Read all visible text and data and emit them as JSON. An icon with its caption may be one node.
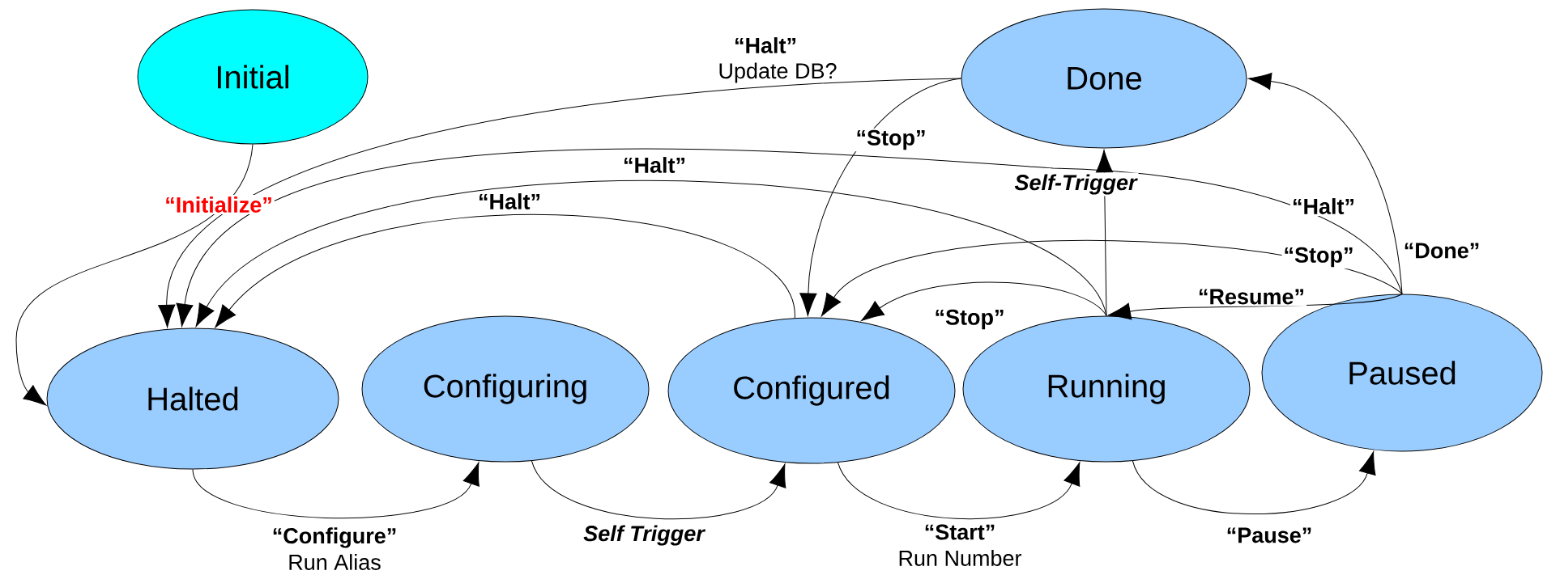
{
  "diagram": {
    "nodes": [
      {
        "text": [
          "Initial"
        ]
      },
      {
        "text": [
          "Done"
        ]
      },
      {
        "text": [
          "Halted"
        ]
      },
      {
        "text": [
          "Configuring"
        ]
      },
      {
        "text": [
          "Configured"
        ]
      },
      {
        "text": [
          "Running"
        ]
      },
      {
        "text": [
          "Paused"
        ]
      }
    ],
    "edges": [
      {
        "from": 0,
        "to": 2,
        "arrow": "to",
        "label": "“Initialize”"
      },
      {
        "from": 1,
        "to": 2,
        "arrow": "to",
        "label": "“Halt”"
      },
      {
        "from": 6,
        "to": 2,
        "arrow": "to",
        "label": "“Halt”"
      },
      {
        "from": 5,
        "to": 2,
        "arrow": "to",
        "label": "“Halt”"
      },
      {
        "from": 4,
        "to": 2,
        "arrow": "to",
        "label": "“Halt”"
      },
      {
        "from": 1,
        "to": 4,
        "arrow": "to",
        "label": "“Stop”"
      },
      {
        "from": 5,
        "to": 1,
        "arrow": "to",
        "label": "Self-Trigger"
      },
      {
        "from": 6,
        "to": 4,
        "arrow": "to",
        "label": "“Stop”"
      },
      {
        "from": 6,
        "to": 5,
        "arrow": "to",
        "label": "“Resume”"
      },
      {
        "from": 6,
        "to": 1,
        "arrow": "to",
        "label": "“Done”"
      },
      {
        "from": 5,
        "to": 4,
        "arrow": "to",
        "label": "“Stop”"
      },
      {
        "from": 2,
        "to": 3,
        "arrow": "to",
        "label": "“Configure”"
      },
      {
        "from": 3,
        "to": 4,
        "arrow": "to",
        "label": "Self Trigger"
      },
      {
        "from": 4,
        "to": 5,
        "arrow": "to",
        "label": "“Start”"
      },
      {
        "from": 5,
        "to": 6,
        "arrow": "to",
        "label": "“Pause”"
      }
    ],
    "labels": [
      "Update DB?",
      "Run Alias",
      "Run Number"
    ]
  }
}
